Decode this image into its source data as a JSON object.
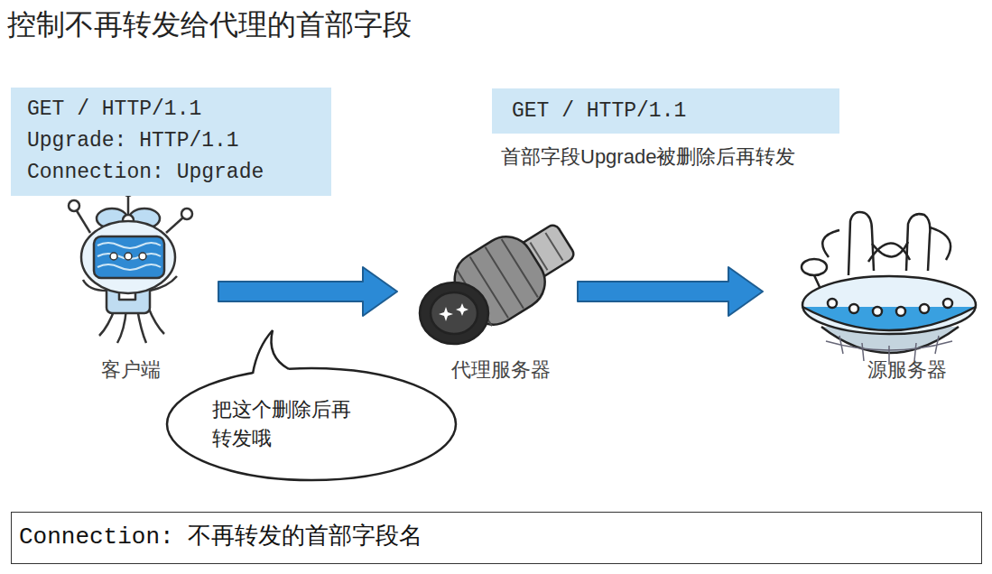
{
  "diagram": {
    "title": "控制不再转发给代理的首部字段",
    "nodes": [
      {
        "text": [
          "GET / HTTP/1.1",
          "Upgrade: HTTP/1.1",
          "Connection: Upgrade"
        ]
      },
      {
        "text": [
          "GET / HTTP/1.1",
          "首部字段Upgrade被删除后再转发"
        ]
      },
      {
        "text": [
          "客户端"
        ]
      },
      {
        "text": [
          "代理服务器"
        ]
      },
      {
        "text": [
          "源服务器"
        ]
      },
      {
        "text": [
          "把这个删除后再转发哦"
        ]
      },
      {
        "text": [
          "Connection: 不再转发的首部字段名"
        ]
      }
    ],
    "edges": [
      {
        "from": 2,
        "to": 3,
        "arrow": "to"
      },
      {
        "from": 3,
        "to": 4,
        "arrow": "to"
      }
    ]
  }
}
